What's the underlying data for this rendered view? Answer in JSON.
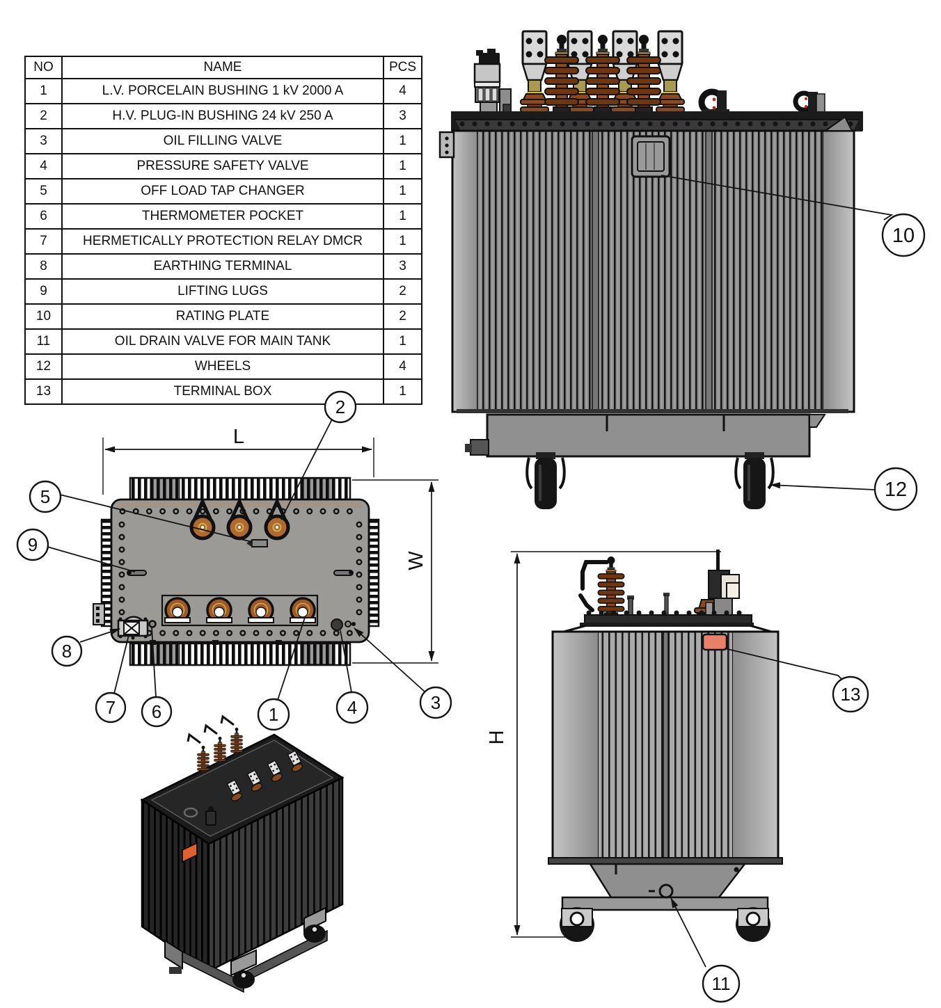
{
  "parts_table": {
    "headers": [
      "NO",
      "NAME",
      "PCS"
    ],
    "rows": [
      {
        "no": "1",
        "name": "L.V. PORCELAIN BUSHING 1 kV 2000 A",
        "pcs": "4"
      },
      {
        "no": "2",
        "name": "H.V. PLUG-IN BUSHING 24 kV 250 A",
        "pcs": "3"
      },
      {
        "no": "3",
        "name": "OIL FILLING VALVE",
        "pcs": "1"
      },
      {
        "no": "4",
        "name": "PRESSURE SAFETY VALVE",
        "pcs": "1"
      },
      {
        "no": "5",
        "name": "OFF LOAD TAP CHANGER",
        "pcs": "1"
      },
      {
        "no": "6",
        "name": "THERMOMETER POCKET",
        "pcs": "1"
      },
      {
        "no": "7",
        "name": "HERMETICALLY PROTECTION RELAY DMCR",
        "pcs": "1"
      },
      {
        "no": "8",
        "name": "EARTHING TERMINAL",
        "pcs": "3"
      },
      {
        "no": "9",
        "name": "LIFTING LUGS",
        "pcs": "2"
      },
      {
        "no": "10",
        "name": "RATING PLATE",
        "pcs": "2"
      },
      {
        "no": "11",
        "name": "OIL DRAIN VALVE FOR MAIN TANK",
        "pcs": "1"
      },
      {
        "no": "12",
        "name": "WHEELS",
        "pcs": "4"
      },
      {
        "no": "13",
        "name": "TERMINAL BOX",
        "pcs": "1"
      }
    ]
  },
  "dimension_labels": {
    "length": "L",
    "width": "W",
    "height": "H"
  },
  "callouts": {
    "c1": "1",
    "c2": "2",
    "c3": "3",
    "c4": "4",
    "c5": "5",
    "c6": "6",
    "c7": "7",
    "c8": "8",
    "c9": "9",
    "c10": "10",
    "c11": "11",
    "c12": "12",
    "c13": "13"
  },
  "colors": {
    "bushing_brown": "#8a4a1e",
    "bushing_brown_dark": "#6f3610",
    "terminal_box_salmon": "#e8806a",
    "tank_gray": "#9c9a96",
    "fin_gray": "#8f8f8f",
    "accent_red": "#c22222",
    "gold": "#a89a50"
  }
}
